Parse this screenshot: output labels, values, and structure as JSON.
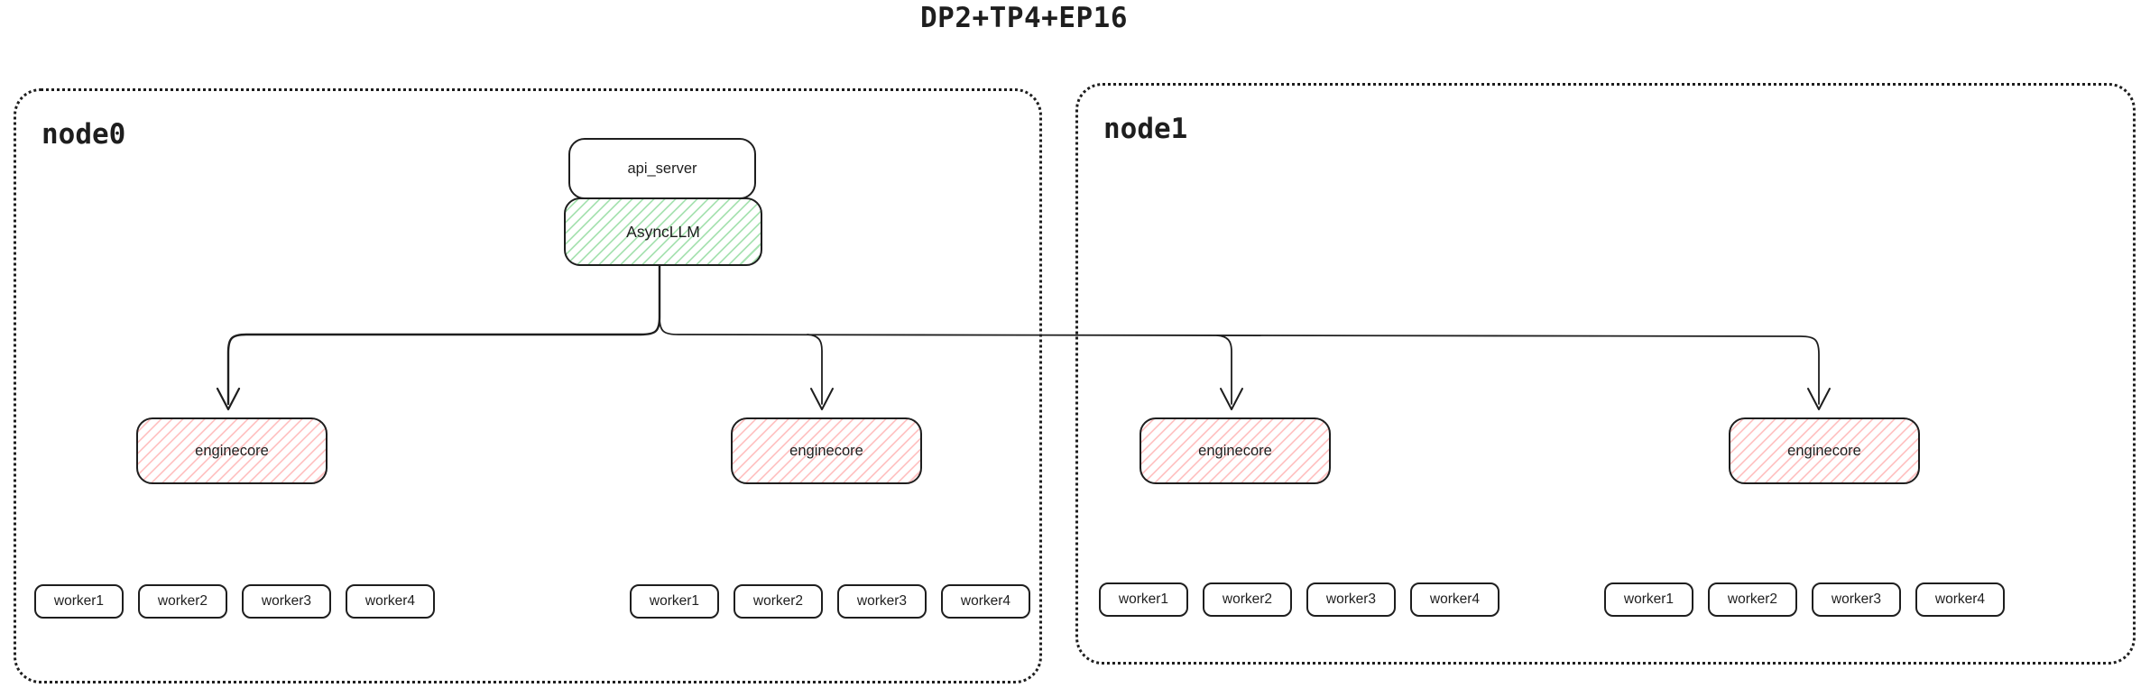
{
  "title": "DP2+TP4+EP16",
  "colors": {
    "stroke": "#1e1e1e",
    "green_hatch": "#69db7c",
    "red_hatch": "#ff8787",
    "background": "#ffffff"
  },
  "pipeline": {
    "api_server_label": "api_server",
    "asyncllm_label": "AsyncLLM"
  },
  "nodes": [
    {
      "label": "node0",
      "enginecores": [
        {
          "label": "enginecore",
          "workers": [
            "worker1",
            "worker2",
            "worker3",
            "worker4"
          ]
        },
        {
          "label": "enginecore",
          "workers": [
            "worker1",
            "worker2",
            "worker3",
            "worker4"
          ]
        }
      ]
    },
    {
      "label": "node1",
      "enginecores": [
        {
          "label": "enginecore",
          "workers": [
            "worker1",
            "worker2",
            "worker3",
            "worker4"
          ]
        },
        {
          "label": "enginecore",
          "workers": [
            "worker1",
            "worker2",
            "worker3",
            "worker4"
          ]
        }
      ]
    }
  ]
}
